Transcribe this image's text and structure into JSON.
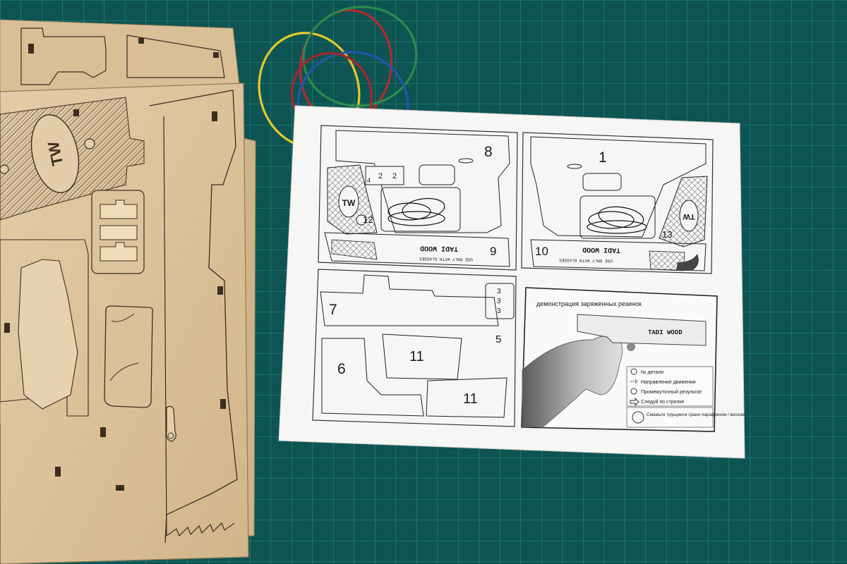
{
  "sheet": {
    "part_numbers": {
      "p1": "1",
      "p2": "2",
      "p3": "3",
      "p4": "4",
      "p5": "5",
      "p6": "6",
      "p7": "7",
      "p8": "8",
      "p9": "9",
      "p10": "10",
      "p11a": "11",
      "p11b": "11",
      "p12": "12",
      "p13": "13"
    },
    "brand_engraving": "TADI WOOD",
    "warning_text": "USE ONLY WITH GLASSES",
    "grip_logo": "TW",
    "demo": {
      "caption": "демонстрация заряженных резинок",
      "gun_text": "TADI WOOD"
    },
    "legend": {
      "items": [
        {
          "icon": "part-number-icon",
          "text": "№ детали"
        },
        {
          "icon": "arrow-icon",
          "text": "Направление движения"
        },
        {
          "icon": "check-icon",
          "text": "Промежуточный результат"
        },
        {
          "icon": "follow-arrow-icon",
          "text": "Следуй по стрелке"
        }
      ],
      "note": "Смажьте трущиеся грани парафином / воском"
    }
  },
  "wood_logo": "TW"
}
